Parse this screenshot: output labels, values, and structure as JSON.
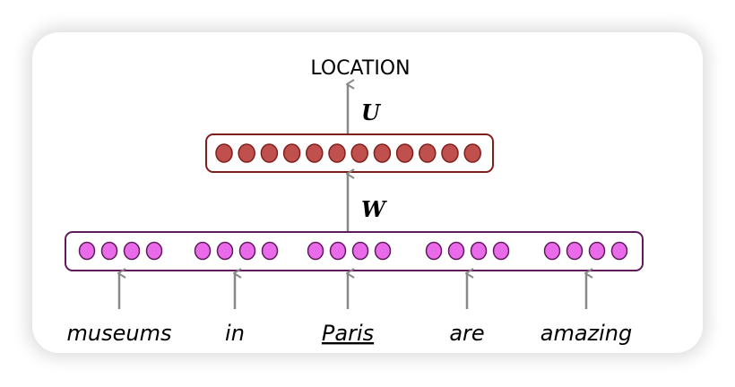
{
  "output_label": "LOCATION",
  "weights": {
    "upper": "U",
    "lower": "W"
  },
  "hidden_layer": {
    "units": 12,
    "fill": "#c0504d",
    "stroke": "#7f1f1c"
  },
  "input_layer": {
    "units_per_word": 4,
    "fill": "#ea6be9",
    "stroke": "#5e1a5a"
  },
  "words": [
    {
      "text": "museums",
      "underlined": false
    },
    {
      "text": "in",
      "underlined": false
    },
    {
      "text": "Paris",
      "underlined": true
    },
    {
      "text": "are",
      "underlined": false
    },
    {
      "text": "amazing",
      "underlined": false
    }
  ],
  "arrow_color": "#888888"
}
